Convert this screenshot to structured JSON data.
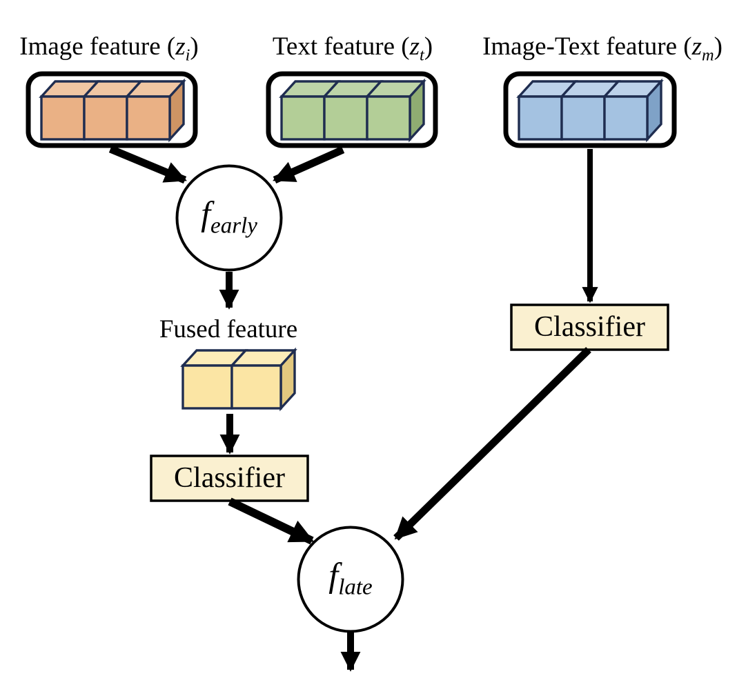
{
  "diagram": {
    "inputs": [
      {
        "prefix": "Image feature (",
        "symbol": "z",
        "subscript": "i",
        "suffix": ")"
      },
      {
        "prefix": "Text feature (",
        "symbol": "z",
        "subscript": "t",
        "suffix": ")"
      },
      {
        "prefix": "Image-Text feature (",
        "symbol": "z",
        "subscript": "m",
        "suffix": ")"
      }
    ],
    "early_fusion": {
      "symbol": "f",
      "subscript": "early"
    },
    "late_fusion": {
      "symbol": "f",
      "subscript": "late"
    },
    "fused_feature_label": "Fused feature",
    "classifier_early_label": "Classifier",
    "classifier_late_label": "Classifier"
  },
  "colors": {
    "background": "#FFFFFF",
    "arrow": "#000000",
    "box_fill": "#FFFFFF",
    "box_border": "#000000",
    "node_fill": "#FFFFFF",
    "node_border": "#000000",
    "cube_outline": "#1F2D50",
    "classifier_fill": "#FAF0D0",
    "classifier_border": "#000000",
    "image_cube_front": "#EAB185",
    "image_cube_top": "#F0C6A3",
    "image_cube_side": "#CE9464",
    "text_cube_front": "#B3CE97",
    "text_cube_top": "#BDD4A8",
    "text_cube_side": "#8FAC72",
    "mixed_cube_front": "#A4C2E1",
    "mixed_cube_top": "#BDD2EA",
    "mixed_cube_side": "#7FA2C7",
    "fused_cube_front": "#FBE5A4",
    "fused_cube_top": "#FCECB8",
    "fused_cube_side": "#E2C87F"
  }
}
